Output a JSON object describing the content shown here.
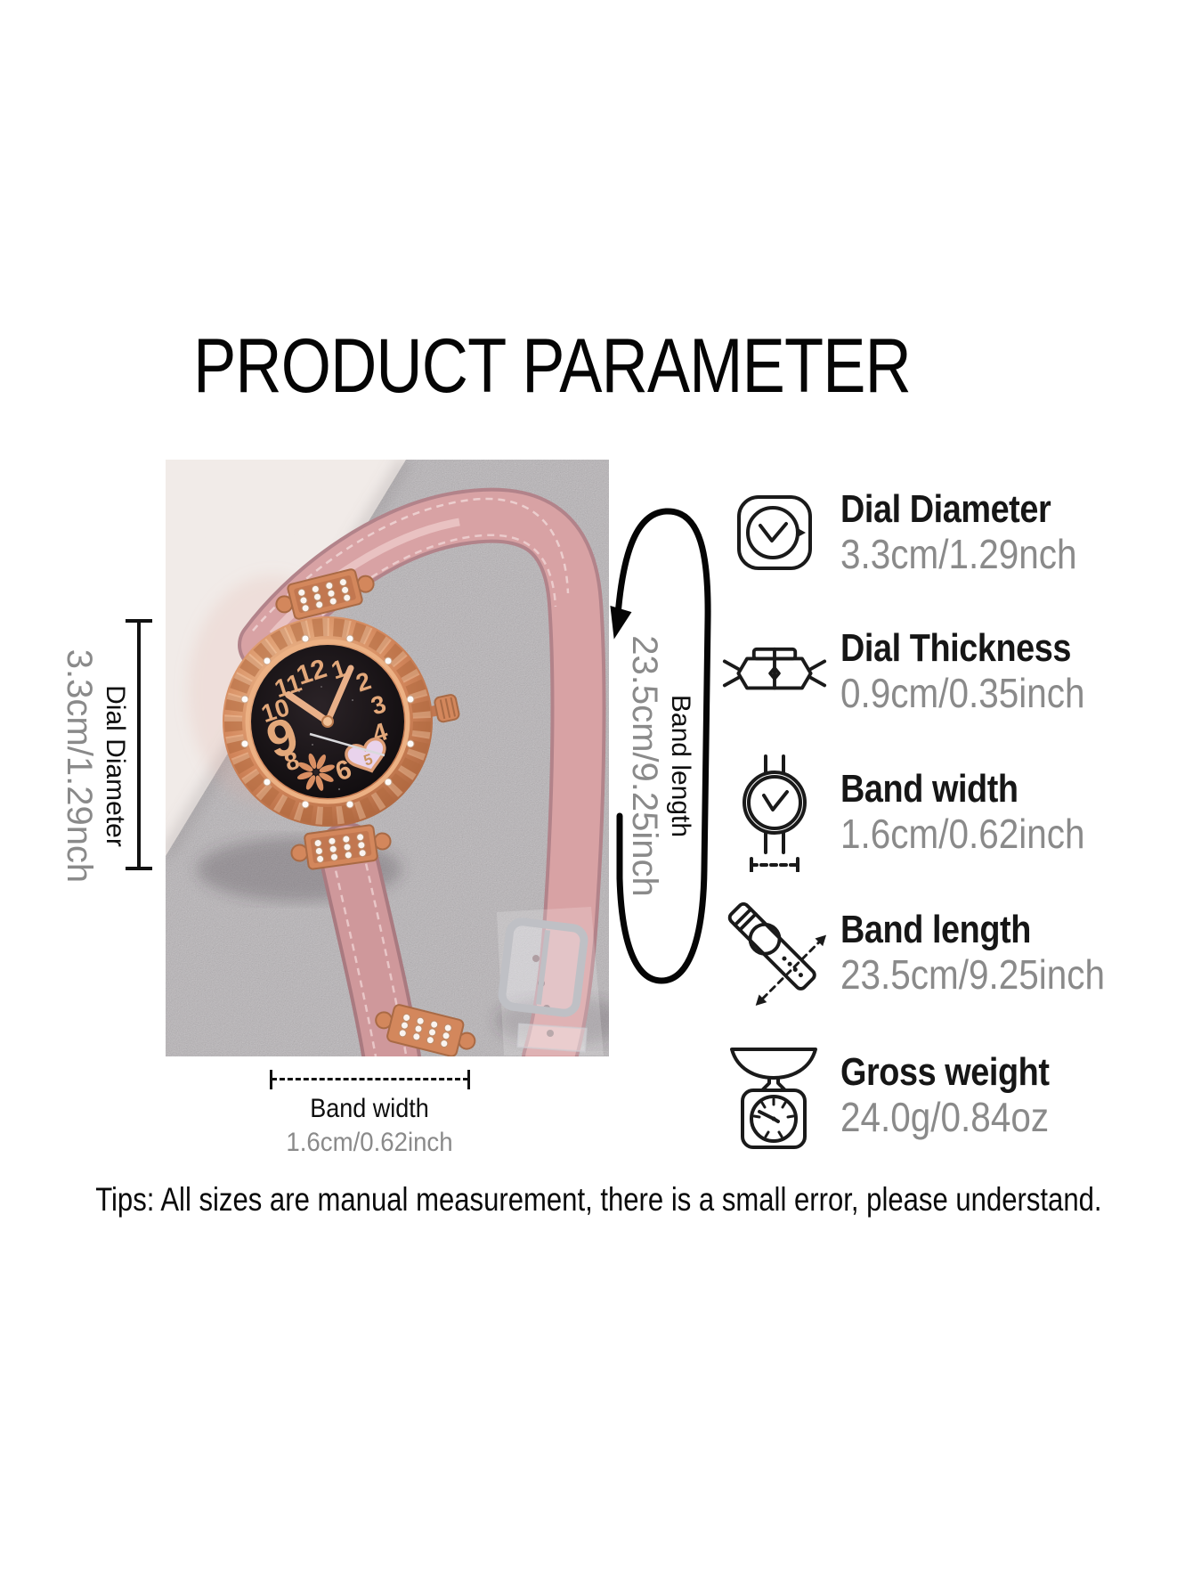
{
  "title": "PRODUCT PARAMETER",
  "photo": {
    "dial_annotation": {
      "label": "Dial Diameter",
      "value": "3.3cm/1.29nch"
    },
    "band_length_annotation": {
      "label": "Band length",
      "value": "23.5cm/9.25inch"
    },
    "band_width_annotation": {
      "label": "Band width",
      "value": "1.6cm/0.62inch"
    },
    "dial": {
      "n12": "12",
      "n1": "1",
      "n2": "2",
      "n3": "3",
      "n4": "4",
      "n5": "5",
      "n6": "6",
      "n8": "8",
      "n9": "9",
      "n10": "10",
      "n11": "11"
    }
  },
  "parameters": [
    {
      "icon": "dial-diameter-icon",
      "label": "Dial Diameter",
      "value": "3.3cm/1.29nch"
    },
    {
      "icon": "dial-thickness-icon",
      "label": "Dial Thickness",
      "value": "0.9cm/0.35inch"
    },
    {
      "icon": "band-width-icon",
      "label": "Band width",
      "value": "1.6cm/0.62inch"
    },
    {
      "icon": "band-length-icon",
      "label": "Band length",
      "value": "23.5cm/9.25inch"
    },
    {
      "icon": "gross-weight-icon",
      "label": "Gross weight",
      "value": "24.0g/0.84oz"
    }
  ],
  "tips": "Tips: All sizes are manual measurement, there is a small error, please understand.",
  "colors": {
    "label_black": "#161616",
    "value_gray": "#8a8a8a",
    "strap_pink": "#d8a2a4",
    "case_rose_gold": "#d3875c",
    "dial_black": "#120e10",
    "glitter_silver": "#b8b4b7",
    "wall_white": "#f3ece9"
  }
}
